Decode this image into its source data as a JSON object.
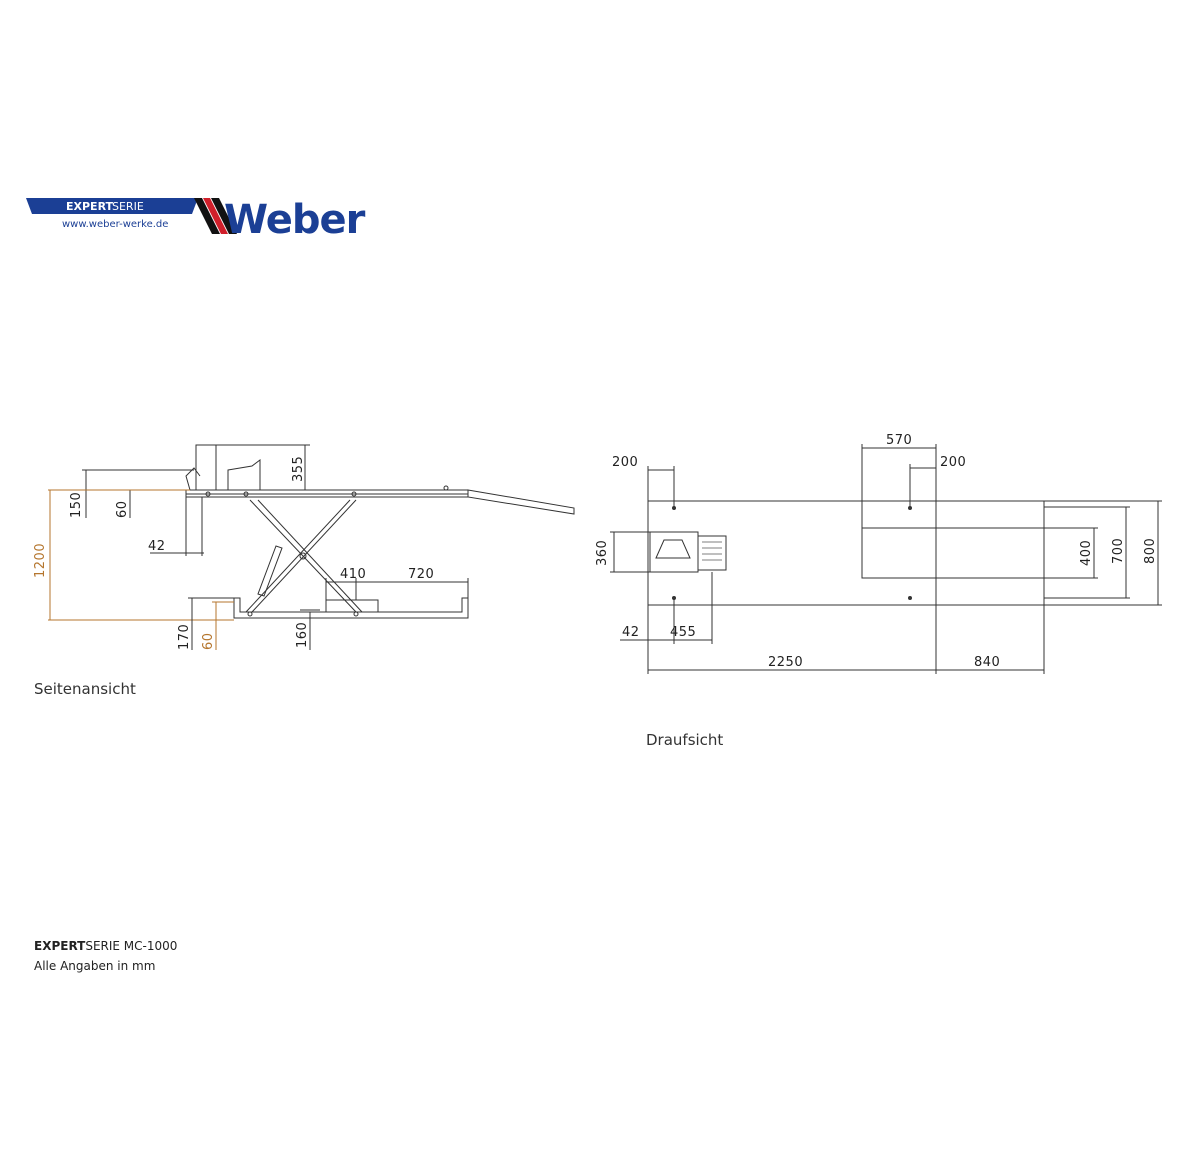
{
  "brand": {
    "series_bold": "EXPERT",
    "series_light": "SERIE",
    "url": "www.weber-werke.de",
    "name": "Weber",
    "colors": {
      "blue": "#1b3f95",
      "red": "#d01f2a",
      "black": "#111111"
    }
  },
  "side_view": {
    "caption": "Seitenansicht",
    "dims": {
      "d355": "355",
      "d150": "150",
      "d60_top": "60",
      "d42": "42",
      "d1200": "1200",
      "d410": "410",
      "d720": "720",
      "d170": "170",
      "d60_bottom": "60",
      "d160": "160"
    }
  },
  "top_view": {
    "caption": "Draufsicht",
    "dims": {
      "d570": "570",
      "d200_left": "200",
      "d200_right": "200",
      "d360": "360",
      "d400": "400",
      "d700": "700",
      "d800": "800",
      "d42": "42",
      "d455": "455",
      "d2250": "2250",
      "d840": "840"
    }
  },
  "footer": {
    "series_bold": "EXPERT",
    "model": "SERIE MC-1000",
    "note": "Alle Angaben in mm"
  }
}
